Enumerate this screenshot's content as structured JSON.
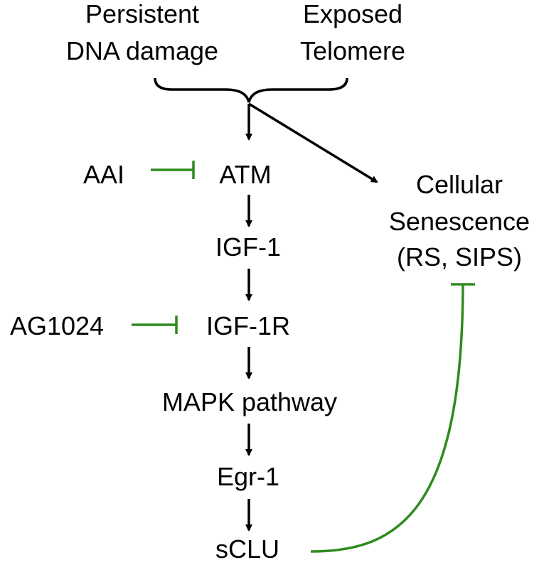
{
  "colors": {
    "arrow": "#000000",
    "inhibition": "#2e8b1e",
    "text": "#000000",
    "background": "#ffffff"
  },
  "triggers": {
    "dna_damage": [
      "Persistent",
      "DNA damage"
    ],
    "telomere": [
      "Exposed",
      "Telomere"
    ]
  },
  "pathway": {
    "atm": "ATM",
    "igf1": "IGF-1",
    "igf1r": "IGF-1R",
    "mapk": "MAPK pathway",
    "egr1": "Egr-1",
    "sclu": "sCLU"
  },
  "inhibitors": {
    "aai": "AAI",
    "ag1024": "AG1024"
  },
  "outcome": {
    "lines": [
      "Cellular",
      "Senescence",
      "(RS, SIPS)"
    ]
  }
}
